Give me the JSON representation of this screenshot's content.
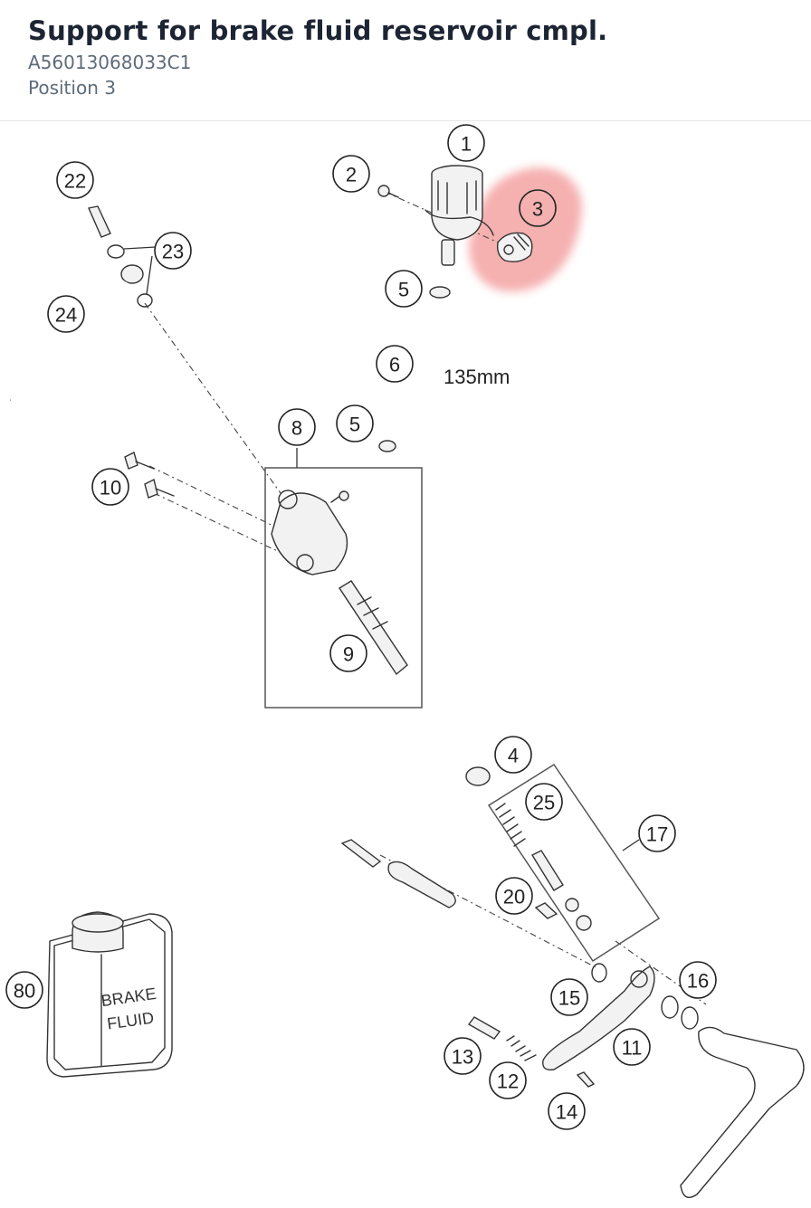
{
  "header": {
    "title": "Support for brake fluid reservoir cmpl.",
    "part_number": "A56013068033C1",
    "position": "Position 3"
  },
  "diagram": {
    "highlight_color": "#f4a3a3",
    "highlighted_callout": "3",
    "dimension_label": "135mm",
    "bottle_label_line1": "BRAKE",
    "bottle_label_line2": "FLUID",
    "callouts": [
      "1",
      "2",
      "3",
      "4",
      "5",
      "5",
      "6",
      "8",
      "9",
      "10",
      "11",
      "12",
      "13",
      "14",
      "15",
      "16",
      "17",
      "20",
      "22",
      "23",
      "24",
      "25",
      "80"
    ]
  }
}
